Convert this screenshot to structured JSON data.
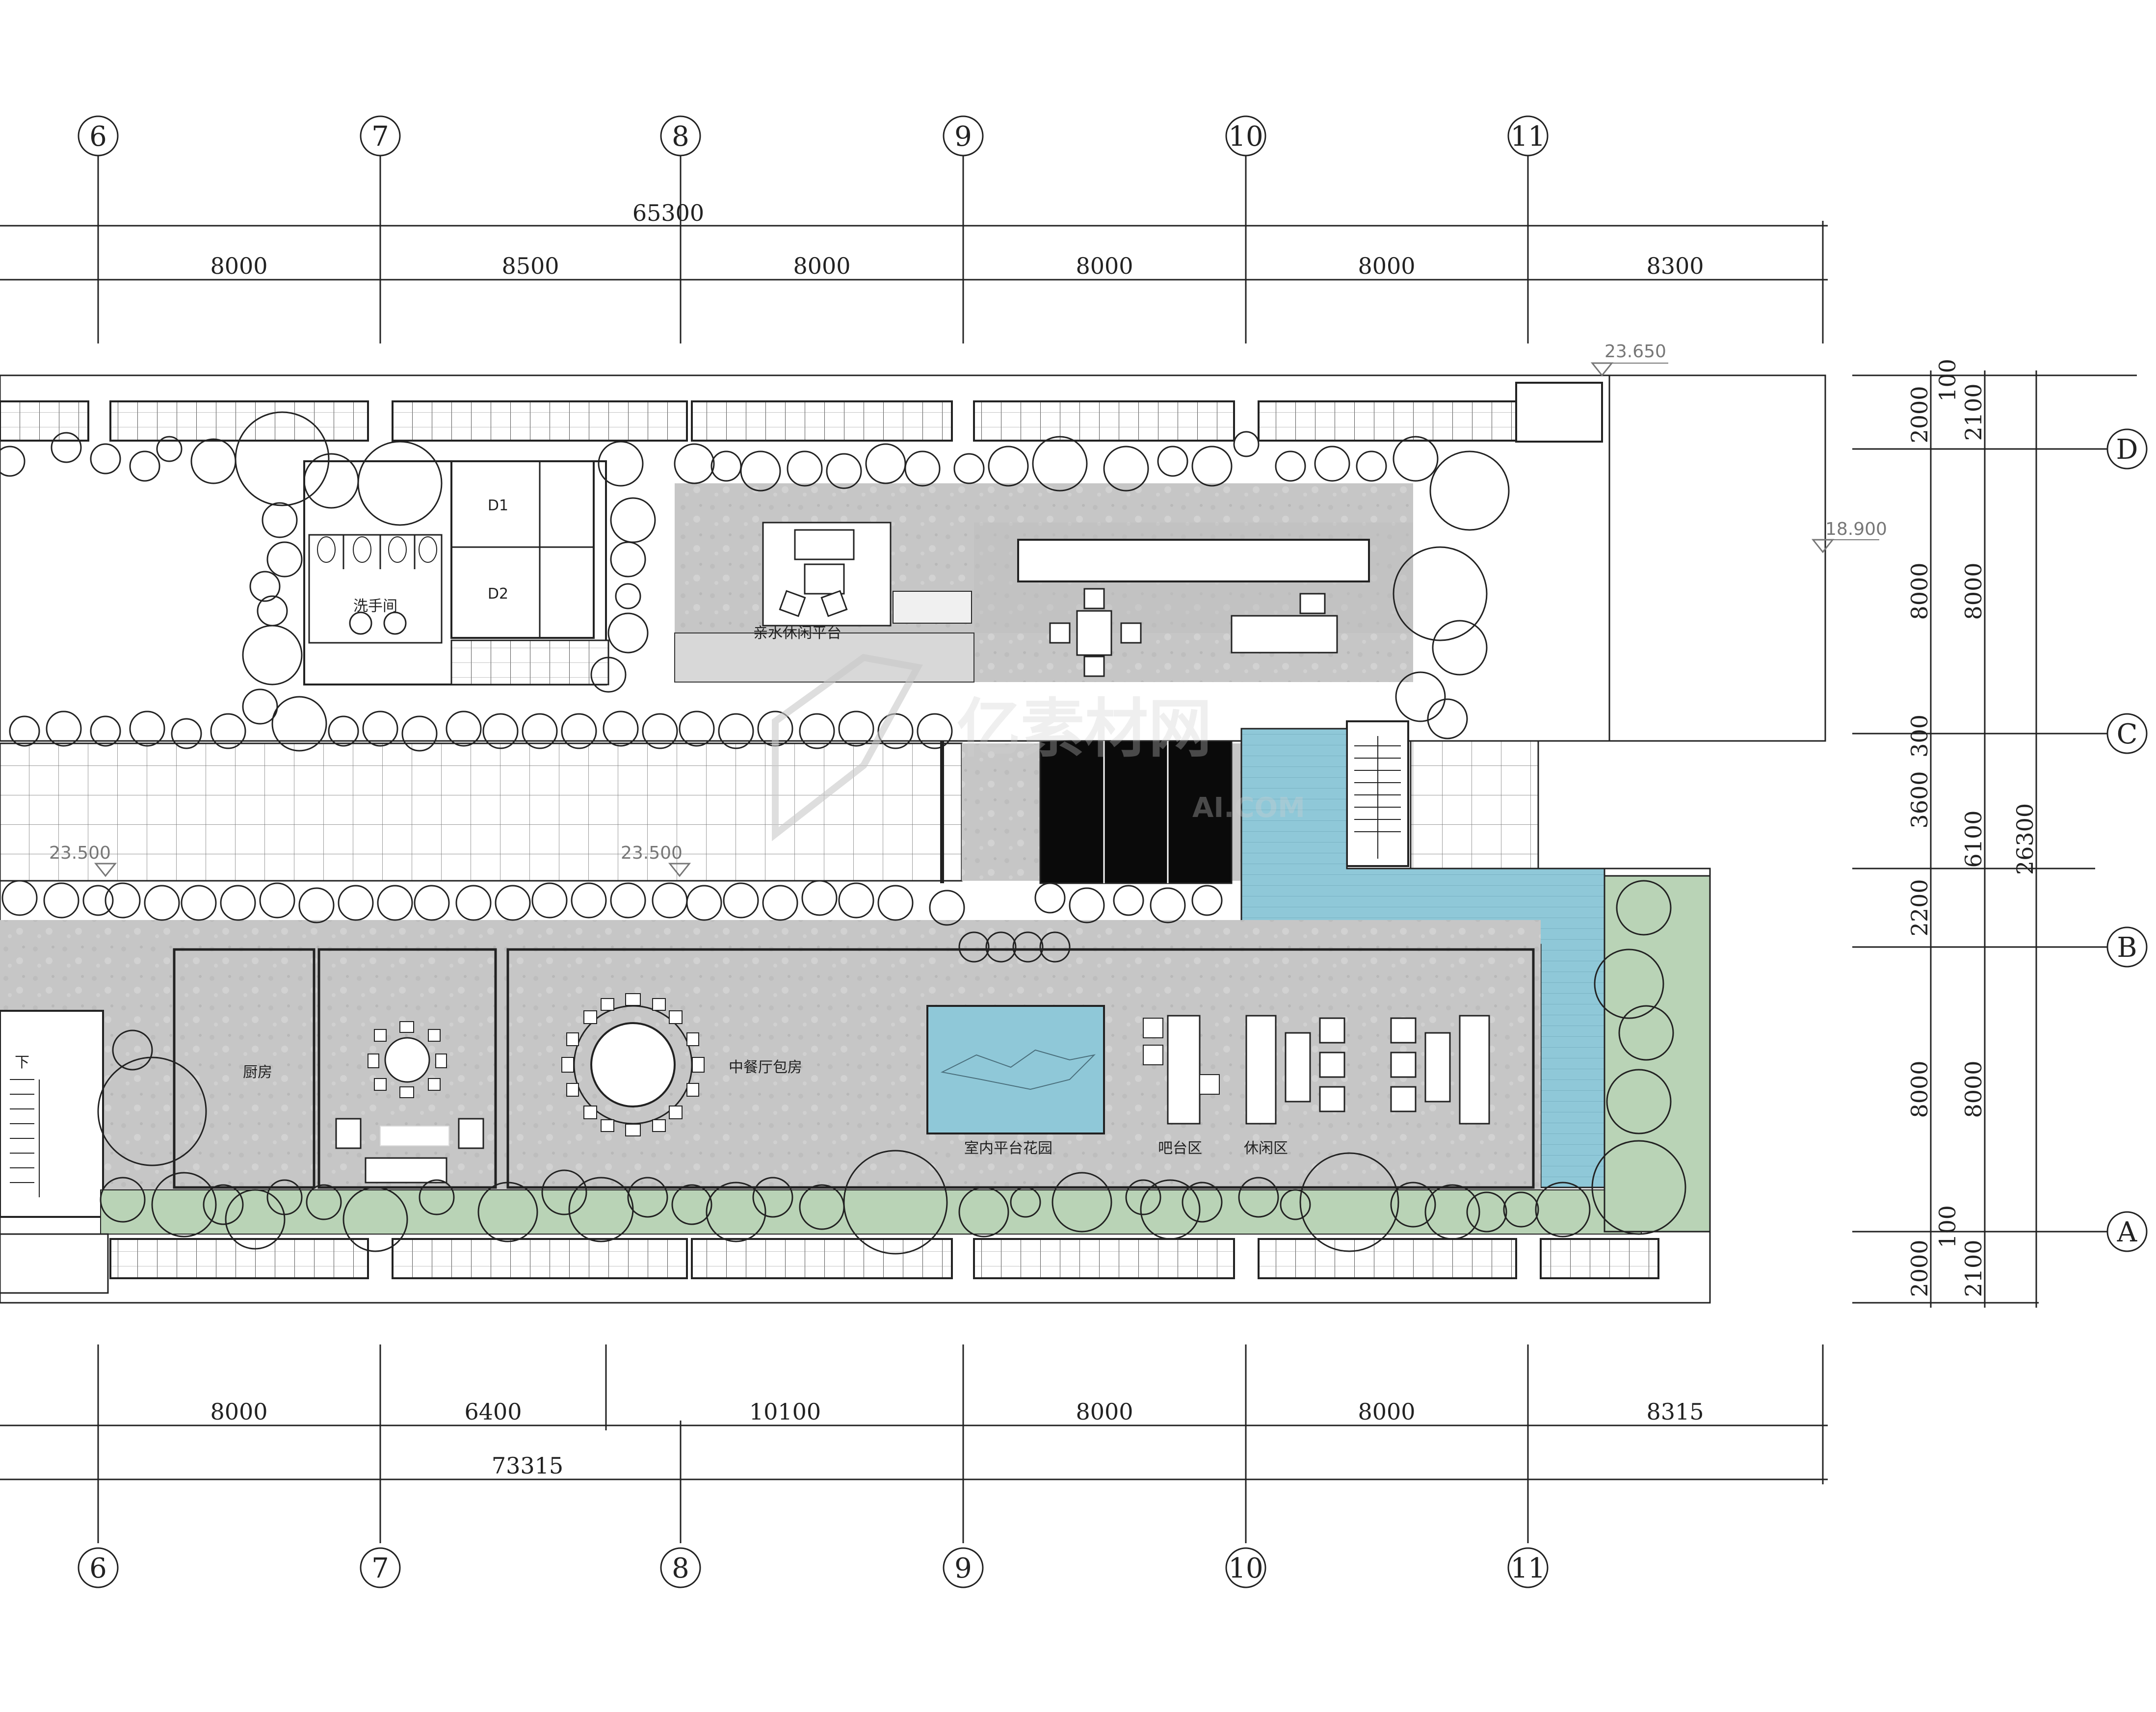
{
  "axes_top": [
    "6",
    "7",
    "8",
    "9",
    "10",
    "11"
  ],
  "axes_bottom": [
    "6",
    "7",
    "8",
    "9",
    "10",
    "11"
  ],
  "axes_right": [
    "D",
    "C",
    "B",
    "A"
  ],
  "top_total": "65300",
  "top_dims": [
    "8000",
    "8500",
    "8000",
    "8000",
    "8000",
    "8300"
  ],
  "bottom_dims": [
    "8000",
    "6400",
    "10100",
    "8000",
    "8000",
    "8315"
  ],
  "bottom_total": "73315",
  "right_dims_inner": [
    "2000",
    "100",
    "8000",
    "300",
    "3600",
    "2200",
    "8000",
    "100",
    "2000"
  ],
  "right_dims_mid": [
    "2100",
    "8000",
    "6100",
    "8000",
    "2100"
  ],
  "right_total": "26300",
  "elevations": [
    "23.650",
    "18.900",
    "23.500",
    "23.500"
  ],
  "rooms": {
    "d1": "D1",
    "d2": "D2",
    "washroom": "洗手间",
    "waterside_terrace": "亲水休闲平台",
    "kitchen": "厨房",
    "private_dining": "中餐厅包房",
    "indoor_garden": "室内平台花园",
    "bar": "吧台区",
    "lounge": "休闲区",
    "stair_down": "下"
  },
  "watermark": {
    "brand": "亿素材网",
    "url": "AI.COM"
  },
  "colors": {
    "floor_concrete": "#c9c9c9",
    "water": "#8fc8d8",
    "lawn": "#b9d3b6",
    "dark_glass": "#0a0a0a",
    "line": "#222222"
  }
}
